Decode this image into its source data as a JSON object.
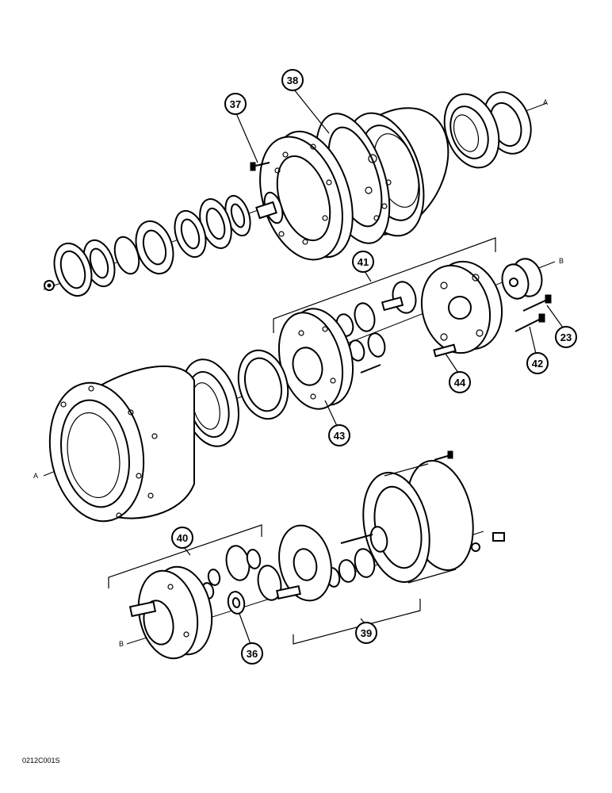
{
  "callouts": {
    "c37": "37",
    "c38": "38",
    "c41": "41",
    "c23": "23",
    "c42": "42",
    "c44": "44",
    "c43": "43",
    "c40": "40",
    "c36": "36",
    "c39": "39"
  },
  "axis_labels": {
    "a_top": "A",
    "a_left": "A",
    "b_right": "B",
    "b_left": "B"
  },
  "drawing_code": "0212C001S",
  "colors": {
    "ink": "#000000",
    "paper": "#ffffff"
  }
}
